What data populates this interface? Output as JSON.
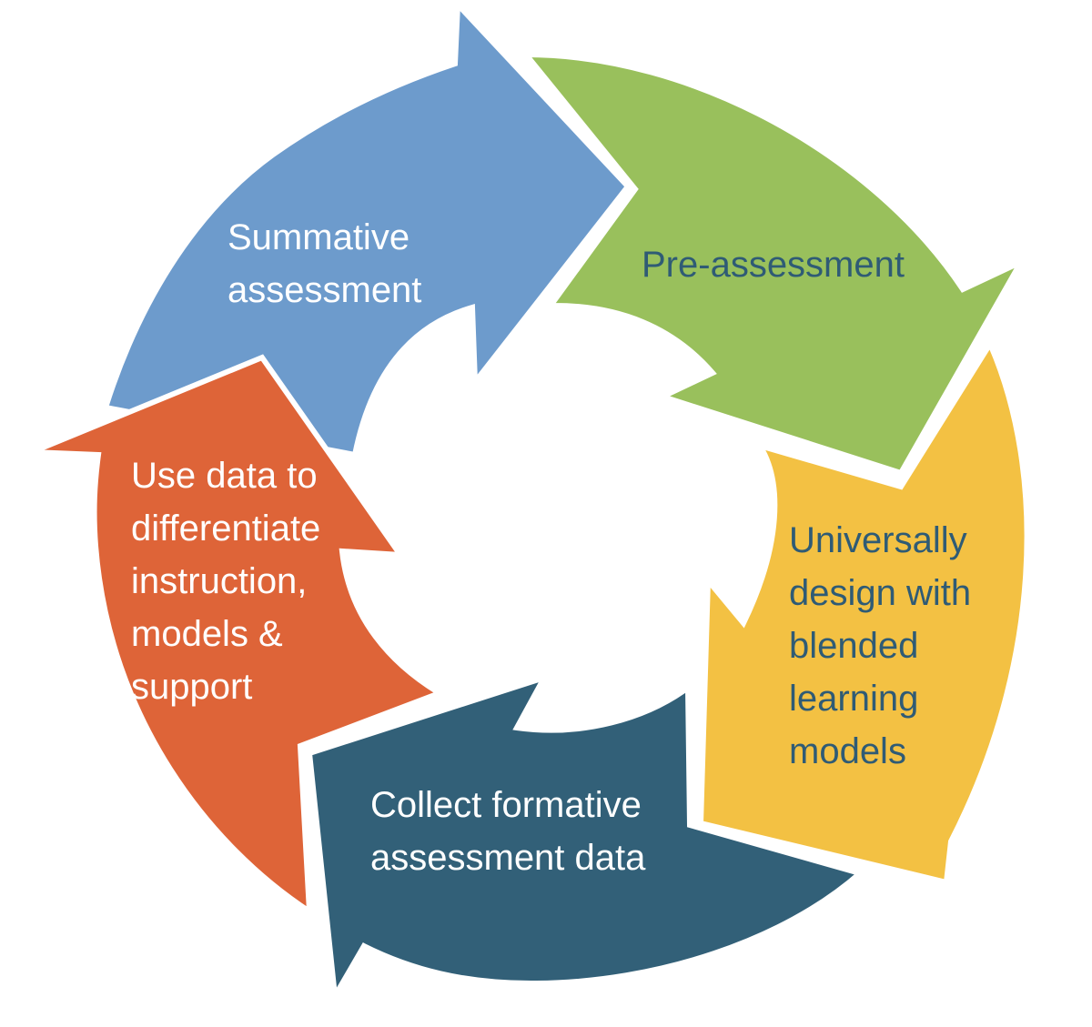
{
  "diagram": {
    "type": "cycle",
    "segments": [
      {
        "id": "summative",
        "lines": [
          "Summative",
          "assessment"
        ],
        "fill": "#6D9BCC",
        "text_color": "#FFFFFF"
      },
      {
        "id": "pre",
        "lines": [
          "Pre-assessment"
        ],
        "fill": "#99C05C",
        "text_color": "#2F5B75"
      },
      {
        "id": "universal",
        "lines": [
          "Universally",
          "design with",
          "blended",
          "learning",
          "models"
        ],
        "fill": "#F3C143",
        "text_color": "#2F5B75"
      },
      {
        "id": "collect",
        "lines": [
          "Collect formative",
          "assessment data"
        ],
        "fill": "#326078",
        "text_color": "#FFFFFF"
      },
      {
        "id": "use-data",
        "lines": [
          "Use data to",
          "differentiate",
          "instruction,",
          "models &",
          "support"
        ],
        "fill": "#DE6438",
        "text_color": "#FFFFFF"
      }
    ]
  }
}
